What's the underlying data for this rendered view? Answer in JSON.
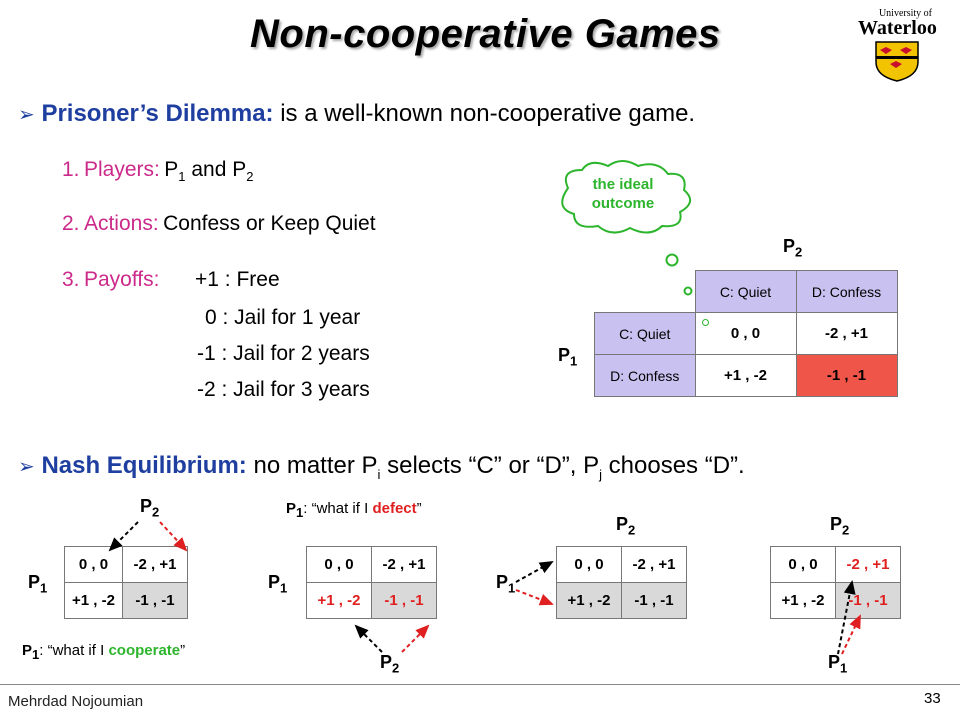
{
  "title": "Non-cooperative Games",
  "logo": {
    "small": "University of",
    "big": "Waterloo"
  },
  "pd": {
    "head": "Prisoner’s Dilemma:",
    "rest": " is a well-known non-cooperative game."
  },
  "items": [
    {
      "num": "1.",
      "label": "Players:",
      "text_a": "P",
      "sub_a": "1",
      "mid": " and P",
      "sub_b": "2"
    },
    {
      "num": "2.",
      "label": "Actions:",
      "text": "Confess or Keep Quiet"
    },
    {
      "num": "3.",
      "label": "Payoffs:"
    }
  ],
  "payoffs": [
    "+1 : Free",
    "0 : Jail for 1 year",
    "-1 : Jail for 2 years",
    "-2 : Jail for 3 years"
  ],
  "cloud": {
    "line1": "the ideal",
    "line2": "outcome"
  },
  "main_matrix": {
    "col_headers": [
      "C: Quiet",
      "D: Confess"
    ],
    "row_headers": [
      "C: Quiet",
      "D: Confess"
    ],
    "cells": [
      [
        "0 , 0",
        "-2 , +1"
      ],
      [
        "+1 , -2",
        "-1 , -1"
      ]
    ],
    "p_top": "P",
    "p_top_sub": "2",
    "p_left": "P",
    "p_left_sub": "1"
  },
  "nash": {
    "head": "Nash Equilibrium:",
    "a": " no matter P",
    "sub_i": "i",
    "b": " selects “C” or “D”, P",
    "sub_j": "j",
    "c": " chooses “D”."
  },
  "mini_cells": [
    [
      "0 , 0",
      "-2 , +1"
    ],
    [
      "+1 , -2",
      "-1 , -1"
    ]
  ],
  "mini": {
    "P": "P",
    "s1": "1",
    "s2": "2"
  },
  "notes": {
    "defect_pre": "P",
    "defect_sub": "1",
    "defect_mid": ": “what if I ",
    "defect_word": "defect",
    "defect_post": "”",
    "coop_pre": "P",
    "coop_sub": "1",
    "coop_mid": ": “what if I ",
    "coop_word": "cooperate",
    "coop_post": "”"
  },
  "footer": {
    "author": "Mehrdad Nojoumian",
    "page": "33"
  },
  "colors": {
    "blue": "#1f3fa0",
    "magenta": "#cc2a8a",
    "header_purple": "#c9c2f0",
    "red": "#f0554a",
    "green": "#2db52d",
    "gray": "#d9d9d9",
    "arrow_red": "#e02020"
  }
}
